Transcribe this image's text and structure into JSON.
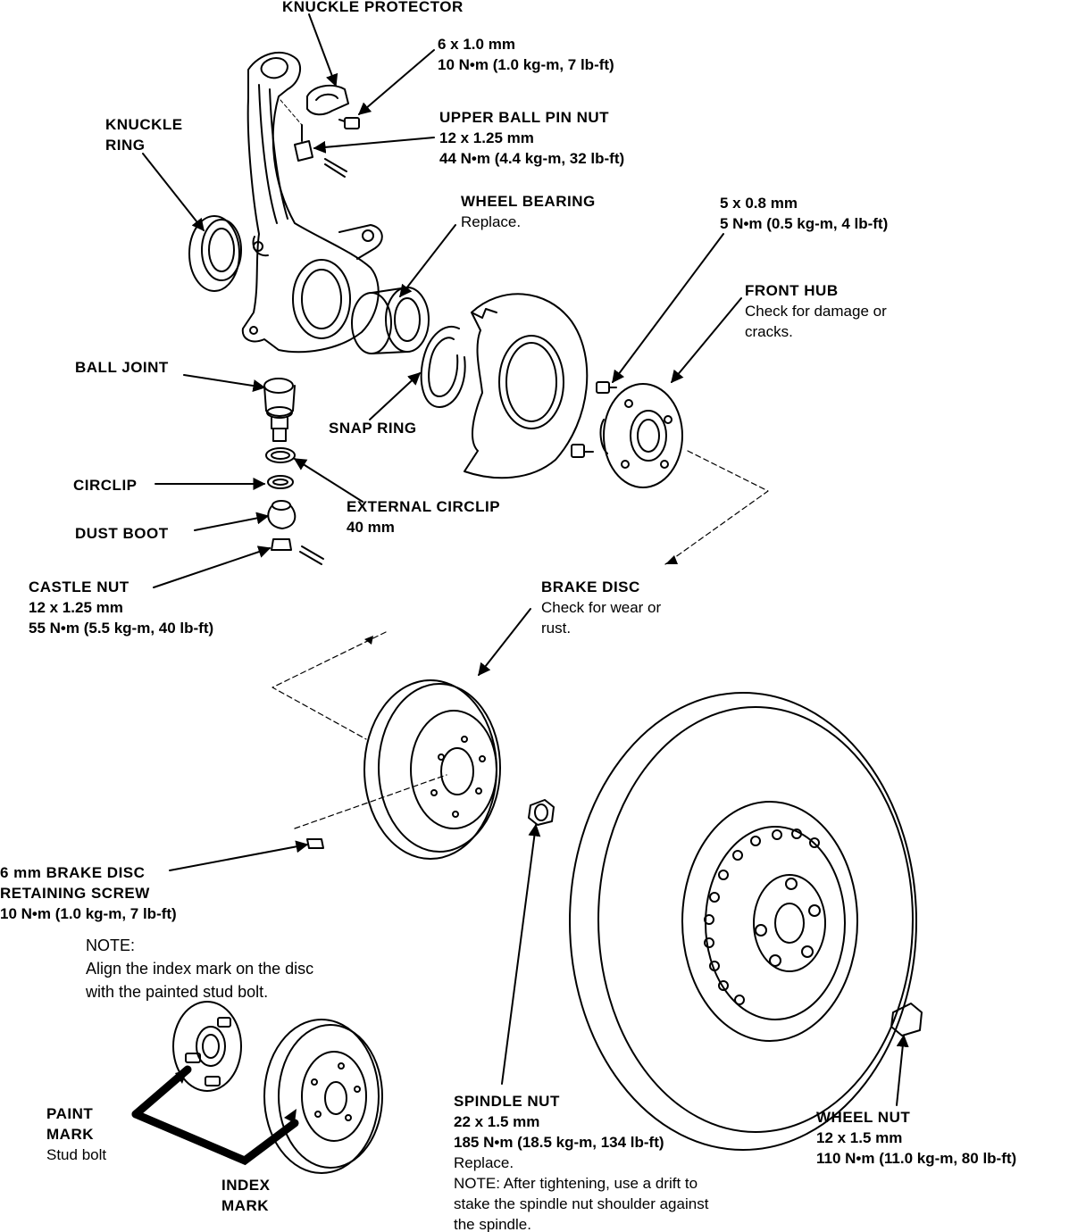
{
  "labels": {
    "knuckle_protector": {
      "title": "KNUCKLE PROTECTOR"
    },
    "bolt_6x1": {
      "spec": "6 x 1.0 mm",
      "torque": "10 N•m (1.0 kg-m, 7 lb-ft)"
    },
    "knuckle_ring": {
      "title1": "KNUCKLE",
      "title2": "RING"
    },
    "upper_ball_pin_nut": {
      "title": "UPPER BALL PIN NUT",
      "spec": "12 x 1.25 mm",
      "torque": "44 N•m (4.4 kg-m, 32 lb-ft)"
    },
    "wheel_bearing": {
      "title": "WHEEL BEARING",
      "note": "Replace."
    },
    "bolt_5x08": {
      "spec": "5 x 0.8 mm",
      "torque": "5 N•m (0.5 kg-m, 4 lb-ft)"
    },
    "front_hub": {
      "title": "FRONT HUB",
      "note1": "Check for damage or",
      "note2": "cracks."
    },
    "ball_joint": {
      "title": "BALL JOINT"
    },
    "snap_ring": {
      "title": "SNAP RING"
    },
    "circlip": {
      "title": "CIRCLIP"
    },
    "external_circlip": {
      "title": "EXTERNAL CIRCLIP",
      "spec": "40 mm"
    },
    "dust_boot": {
      "title": "DUST BOOT"
    },
    "castle_nut": {
      "title": "CASTLE NUT",
      "spec": "12 x 1.25 mm",
      "torque": "55 N•m (5.5 kg-m, 40 lb-ft)"
    },
    "brake_disc": {
      "title": "BRAKE DISC",
      "note1": "Check for wear or",
      "note2": "rust."
    },
    "retaining_screw": {
      "title1": "6 mm BRAKE DISC",
      "title2": "RETAINING SCREW",
      "torque": "10 N•m (1.0 kg-m, 7 lb-ft)"
    },
    "note_index": {
      "heading": "NOTE:",
      "line1": "Align the index mark on the disc",
      "line2": "with the painted stud bolt."
    },
    "paint_mark": {
      "title1": "PAINT",
      "title2": "MARK",
      "note": "Stud bolt"
    },
    "index_mark": {
      "title1": "INDEX",
      "title2": "MARK"
    },
    "spindle_nut": {
      "title": "SPINDLE NUT",
      "spec": "22 x 1.5 mm",
      "torque": "185 N•m (18.5 kg-m, 134 lb-ft)",
      "note": "Replace.",
      "note2_1": "NOTE: After tightening, use a drift to",
      "note2_2": "stake the spindle nut shoulder against",
      "note2_3": "the spindle."
    },
    "wheel_nut": {
      "title": "WHEEL NUT",
      "spec": "12 x 1.5 mm",
      "torque": "110 N•m (11.0 kg-m, 80 lb-ft)"
    }
  }
}
